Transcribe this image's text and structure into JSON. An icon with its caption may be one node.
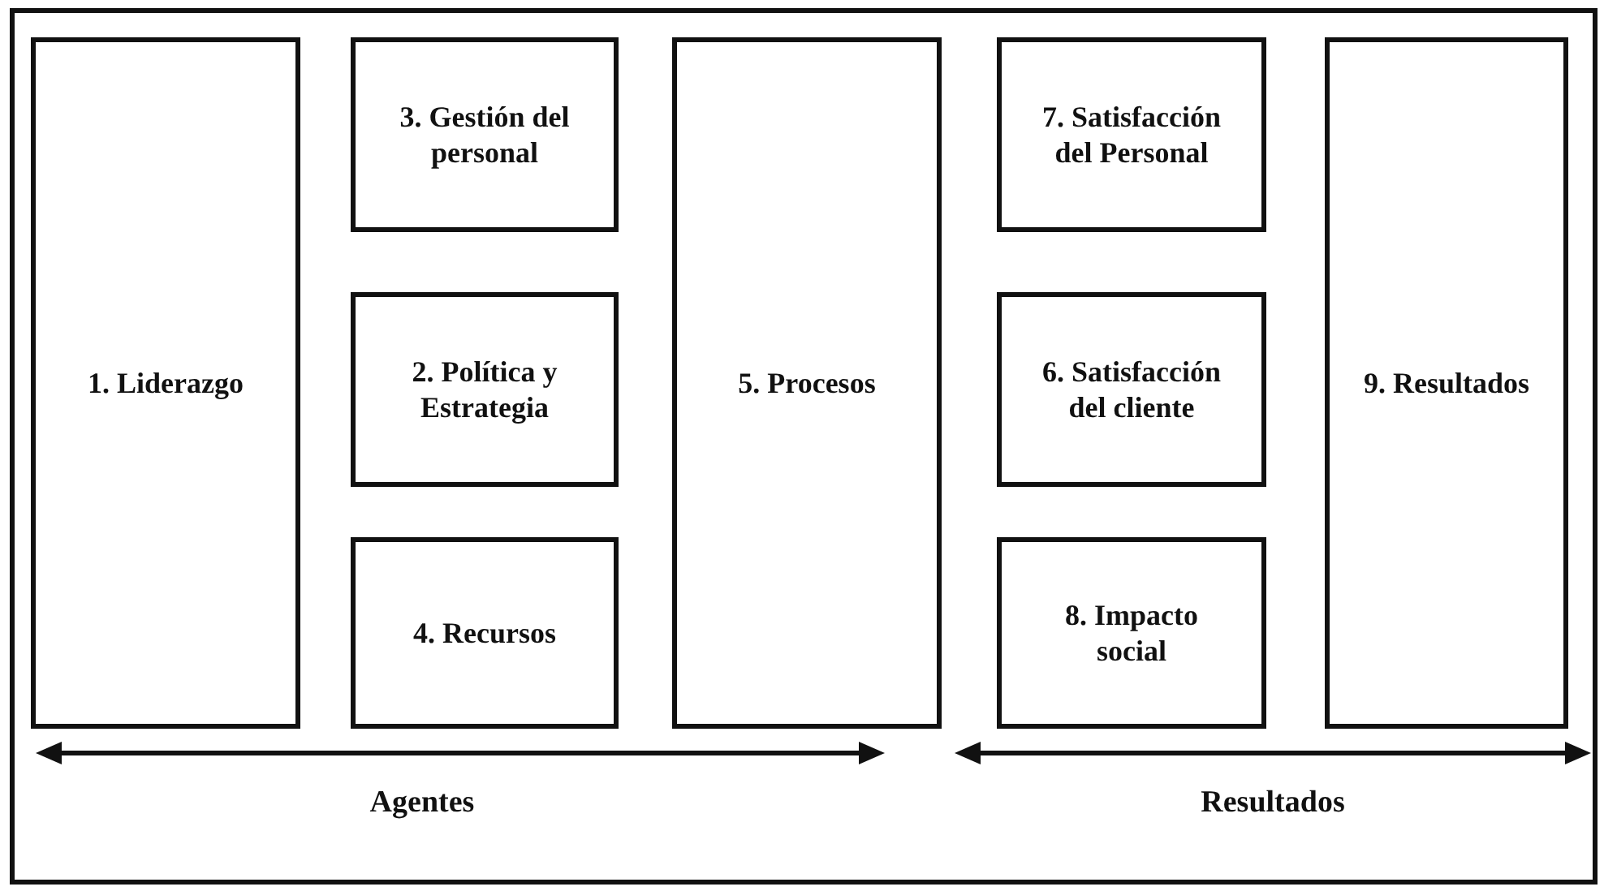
{
  "diagram": {
    "nodes": [
      {
        "text": [],
        "shape": "box"
      },
      {
        "text": [
          "1. Liderazgo"
        ],
        "in": 0
      },
      {
        "text": [
          "3. Gestión del personal"
        ],
        "in": 0
      },
      {
        "text": [
          "2. Política y Estrategia"
        ],
        "in": 0
      },
      {
        "text": [
          "4. Recursos"
        ],
        "in": 0
      },
      {
        "text": [
          "5. Procesos"
        ],
        "in": 0
      },
      {
        "text": [
          "7. Satisfacción del Personal"
        ],
        "in": 0
      },
      {
        "text": [
          "6. Satisfacción del cliente"
        ],
        "in": 0
      },
      {
        "text": [
          "8. Impacto social"
        ],
        "in": 0
      },
      {
        "text": [
          "9. Resultados"
        ],
        "in": 0
      }
    ],
    "labels": [
      "Agentes",
      "Resultados"
    ]
  }
}
